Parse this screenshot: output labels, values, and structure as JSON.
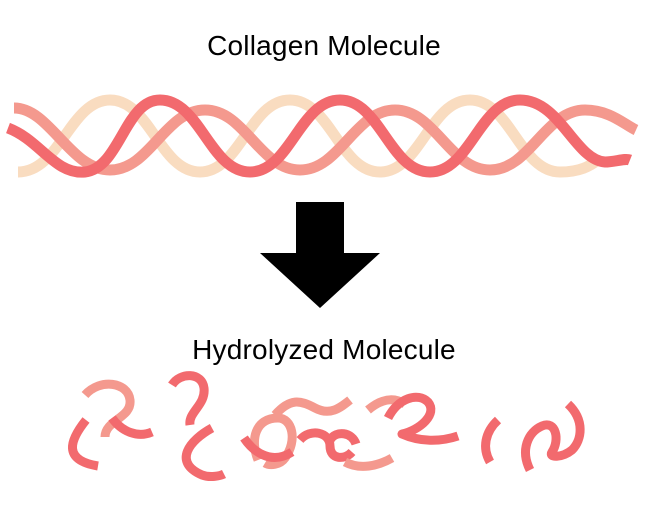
{
  "diagram": {
    "top_label": "Collagen Molecule",
    "bottom_label": "Hydrolyzed Molecule",
    "arrow_direction": "down",
    "colors": {
      "strand_peach": "#f9dcc0",
      "strand_salmon": "#f4998e",
      "strand_red": "#f26a6e",
      "arrow": "#000000",
      "background": "#ffffff"
    },
    "icons": {
      "helix": "triple-helix-icon",
      "arrow": "down-arrow-icon",
      "fragments": "peptide-fragments-icon"
    }
  }
}
